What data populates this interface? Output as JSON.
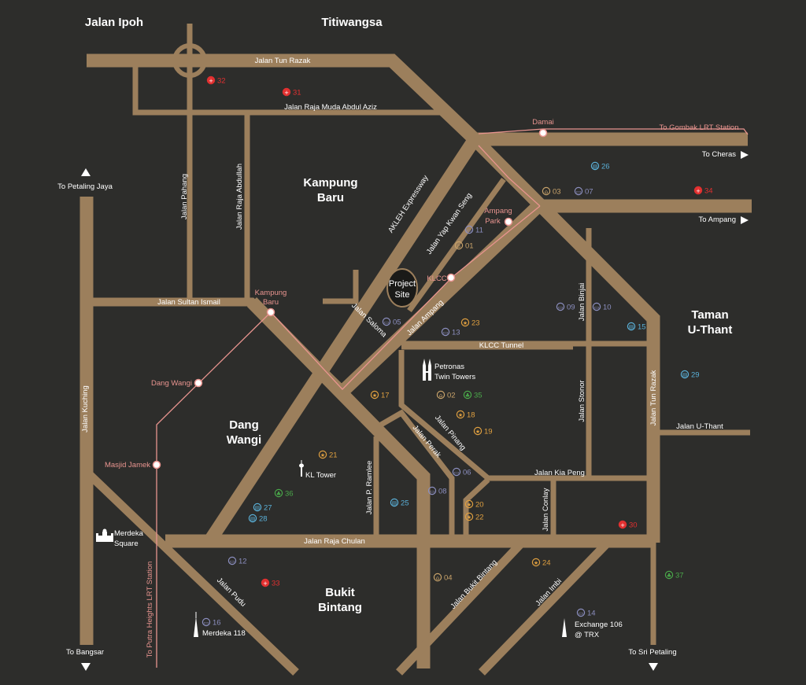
{
  "areas": {
    "jalan_ipoh": "Jalan Ipoh",
    "titiwangsa": "Titiwangsa",
    "kampung_baru_1": "Kampung",
    "kampung_baru_2": "Baru",
    "taman_1": "Taman",
    "taman_2": "U-Thant",
    "dang_wangi_1": "Dang",
    "dang_wangi_2": "Wangi",
    "bukit_1": "Bukit",
    "bukit_2": "Bintang"
  },
  "roads": {
    "tun_razak_top": "Jalan Tun Razak",
    "raja_muda": "Jalan Raja Muda Abdul Aziz",
    "pahang": "Jalan  Pahang",
    "raja_abdullah": "Jalan Raja Abdullah",
    "akleh": "AKLEH Expressway",
    "yap_kwan_seng": "Jalan Yap Kwan Seng",
    "sultan_ismail": "Jalan Sultan Ismail",
    "saloma": "Jalan Saloma",
    "ampang": "Jalan Ampang",
    "klcc_tunnel": "KLCC Tunnel",
    "binjai": "Jalan Binjai",
    "stonor": "Jalan Stonor",
    "tun_razak_right": "Jalan Tun Razak",
    "u_thant": "Jalan U-Thant",
    "kuching": "Jalan Kuching",
    "pinang": "Jalan Pinang",
    "perak": "Jalan Perak",
    "kia_peng": "Jalan Kia Peng",
    "p_ramlee": "Jalan P. Ramlee",
    "conlay": "Jalan Conlay",
    "raja_chulan": "Jalan Raja Chulan",
    "pudu": "Jalan Pudu",
    "bukit_bintang": "Jalan Bukit Bintang",
    "imbi": "Jalan Imbi"
  },
  "directions": {
    "petaling_jaya": "To Petaling Jaya",
    "cheras": "To Cheras",
    "ampang": "To Ampang",
    "gombak": "To Gombak LRT Station",
    "bangsar": "To Bangsar",
    "sri_petaling": "To Sri Petaling",
    "putra_heights": "To Putra Heights LRT Station"
  },
  "stations": {
    "damai": "Damai",
    "ampang_park_1": "Ampang",
    "ampang_park_2": "Park",
    "klcc": "KLCC",
    "kampung_baru_1": "Kampung",
    "kampung_baru_2": "Baru",
    "dang_wangi": "Dang Wangi",
    "masjid_jamek": "Masjid Jamek"
  },
  "landmarks": {
    "project_1": "Project",
    "project_2": "Site",
    "petronas_1": "Petronas",
    "petronas_2": "Twin Towers",
    "kl_tower": "KL Tower",
    "merdeka_sq_1": "Merdeka",
    "merdeka_sq_2": "Square",
    "merdeka_118": "Merdeka 118",
    "exchange_1": "Exchange 106",
    "exchange_2": "@ TRX"
  },
  "pois": [
    {
      "num": "01",
      "type": "school",
      "color": "#c9a36a"
    },
    {
      "num": "02",
      "type": "school",
      "color": "#c9a36a"
    },
    {
      "num": "03",
      "type": "school",
      "color": "#c9a36a"
    },
    {
      "num": "04",
      "type": "school",
      "color": "#c9a36a"
    },
    {
      "num": "05",
      "type": "hotel",
      "color": "#8c8fc0"
    },
    {
      "num": "06",
      "type": "hotel",
      "color": "#8c8fc0"
    },
    {
      "num": "07",
      "type": "hotel",
      "color": "#8c8fc0"
    },
    {
      "num": "08",
      "type": "hotel",
      "color": "#8c8fc0"
    },
    {
      "num": "09",
      "type": "hotel",
      "color": "#8c8fc0"
    },
    {
      "num": "10",
      "type": "hotel",
      "color": "#8c8fc0"
    },
    {
      "num": "11",
      "type": "hotel",
      "color": "#8c8fc0"
    },
    {
      "num": "12",
      "type": "hotel",
      "color": "#8c8fc0"
    },
    {
      "num": "13",
      "type": "hotel",
      "color": "#8c8fc0"
    },
    {
      "num": "14",
      "type": "hotel",
      "color": "#8c8fc0"
    },
    {
      "num": "15",
      "type": "office",
      "color": "#5ab0d8"
    },
    {
      "num": "16",
      "type": "hotel",
      "color": "#8c8fc0"
    },
    {
      "num": "17",
      "type": "star",
      "color": "#e0a040"
    },
    {
      "num": "18",
      "type": "star",
      "color": "#e0a040"
    },
    {
      "num": "19",
      "type": "star",
      "color": "#e0a040"
    },
    {
      "num": "20",
      "type": "star",
      "color": "#e0a040"
    },
    {
      "num": "21",
      "type": "star",
      "color": "#e0a040"
    },
    {
      "num": "22",
      "type": "star",
      "color": "#e0a040"
    },
    {
      "num": "23",
      "type": "star",
      "color": "#e0a040"
    },
    {
      "num": "24",
      "type": "star",
      "color": "#e0a040"
    },
    {
      "num": "25",
      "type": "office",
      "color": "#5ab0d8"
    },
    {
      "num": "26",
      "type": "office",
      "color": "#5ab0d8"
    },
    {
      "num": "27",
      "type": "office",
      "color": "#5ab0d8"
    },
    {
      "num": "28",
      "type": "office",
      "color": "#5ab0d8"
    },
    {
      "num": "29",
      "type": "office",
      "color": "#5ab0d8"
    },
    {
      "num": "30",
      "type": "hospital",
      "color": "#e23030"
    },
    {
      "num": "31",
      "type": "hospital",
      "color": "#e23030"
    },
    {
      "num": "32",
      "type": "hospital",
      "color": "#e23030"
    },
    {
      "num": "33",
      "type": "hospital",
      "color": "#e23030"
    },
    {
      "num": "34",
      "type": "hospital",
      "color": "#e23030"
    },
    {
      "num": "35",
      "type": "park",
      "color": "#4aa84a"
    },
    {
      "num": "36",
      "type": "park",
      "color": "#4aa84a"
    },
    {
      "num": "37",
      "type": "park",
      "color": "#4aa84a"
    }
  ]
}
